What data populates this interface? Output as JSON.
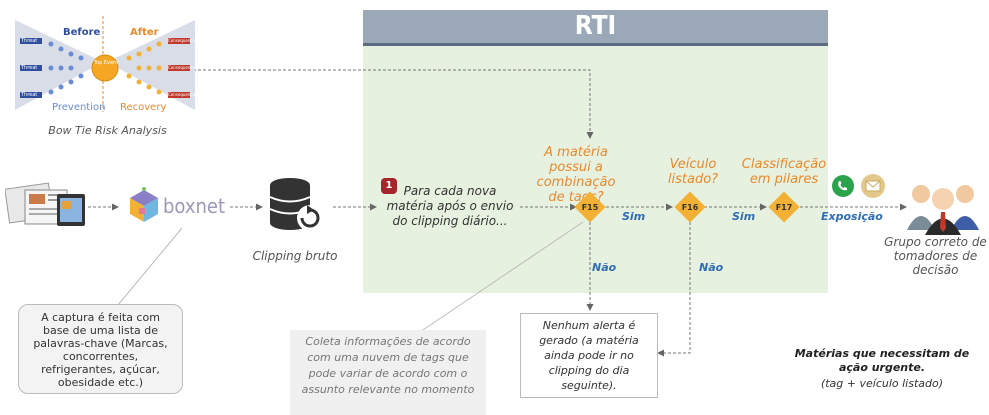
{
  "rti": {
    "title": "RTI"
  },
  "bowtie": {
    "before_label": "Before",
    "after_label": "After",
    "event_label": "Top Event",
    "prevention_label": "Prevention",
    "recovery_label": "Recovery",
    "threat_labels": [
      "Threat",
      "Threat",
      "Threat"
    ],
    "consequence_labels": [
      "Consequence",
      "Consequence",
      "Consequence"
    ],
    "caption": "Bow Tie Risk Analysis"
  },
  "sources": {
    "boxnet_label": "boxnet"
  },
  "clipping": {
    "label": "Clipping bruto"
  },
  "step1": {
    "badge": "1",
    "text": "Para cada nova matéria após o envio do clipping diário..."
  },
  "question_f15": "A matéria possui a combinação de tags?",
  "question_f16": "Veículo listado?",
  "question_f17": "Classificação em pilares",
  "diamonds": {
    "f15": "F15",
    "f16": "F16",
    "f17": "F17"
  },
  "edge_labels": {
    "sim1": "Sim",
    "sim2": "Sim",
    "nao1": "Não",
    "nao2": "Não",
    "exposicao": "Exposição"
  },
  "decision_group": {
    "label": "Grupo correto de tomadores de decisão"
  },
  "capture_note": "A captura é feita com base de uma lista de palavras-chave (Marcas, concorrentes, refrigerantes, açúcar, obesidade etc.)",
  "tags_note": "Coleta informações de acordo com uma nuvem de tags que pode variar de acordo com o assunto relevante no momento",
  "no_alert_note": "Nenhum alerta é gerado (a matéria ainda pode ir no clipping do dia seguinte).",
  "urgent_note": {
    "title": "Matérias que necessitam de ação urgente.",
    "subtitle": "(tag + veículo listado)"
  },
  "colors": {
    "rti_panel": "#e7f1df",
    "rti_header": "#9aa8b8",
    "diamond": "#f2b134",
    "orange_text": "#e8892e",
    "blue_text": "#2f6db5",
    "badge": "#a4262c"
  }
}
